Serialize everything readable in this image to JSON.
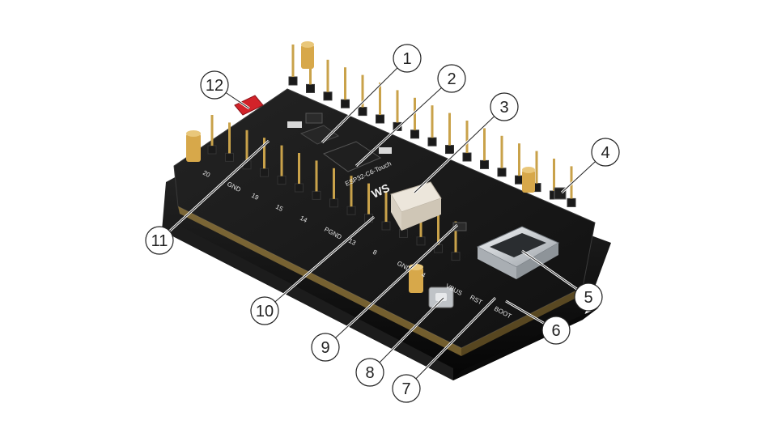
{
  "board": {
    "brand_logo": "WS",
    "model_text": "ESP32-C6-Touch",
    "pin_labels": [
      "20",
      "GND",
      "19",
      "15",
      "14",
      "PGND",
      "13",
      "8",
      "GND",
      "4",
      "VBUS",
      "RST",
      "BOOT"
    ]
  },
  "callouts": [
    {
      "id": 1,
      "label": "1"
    },
    {
      "id": 2,
      "label": "2"
    },
    {
      "id": 3,
      "label": "3"
    },
    {
      "id": 4,
      "label": "4"
    },
    {
      "id": 5,
      "label": "5"
    },
    {
      "id": 6,
      "label": "6"
    },
    {
      "id": 7,
      "label": "7"
    },
    {
      "id": 8,
      "label": "8"
    },
    {
      "id": 9,
      "label": "9"
    },
    {
      "id": 10,
      "label": "10"
    },
    {
      "id": 11,
      "label": "11"
    },
    {
      "id": 12,
      "label": "12"
    }
  ],
  "colors": {
    "pcb": "#161616",
    "case": "#0c0c0c",
    "gold": "#c9a24a",
    "brass": "#d7a84a",
    "led_red": "#d2232a",
    "usb_silver": "#c9cdd1"
  }
}
